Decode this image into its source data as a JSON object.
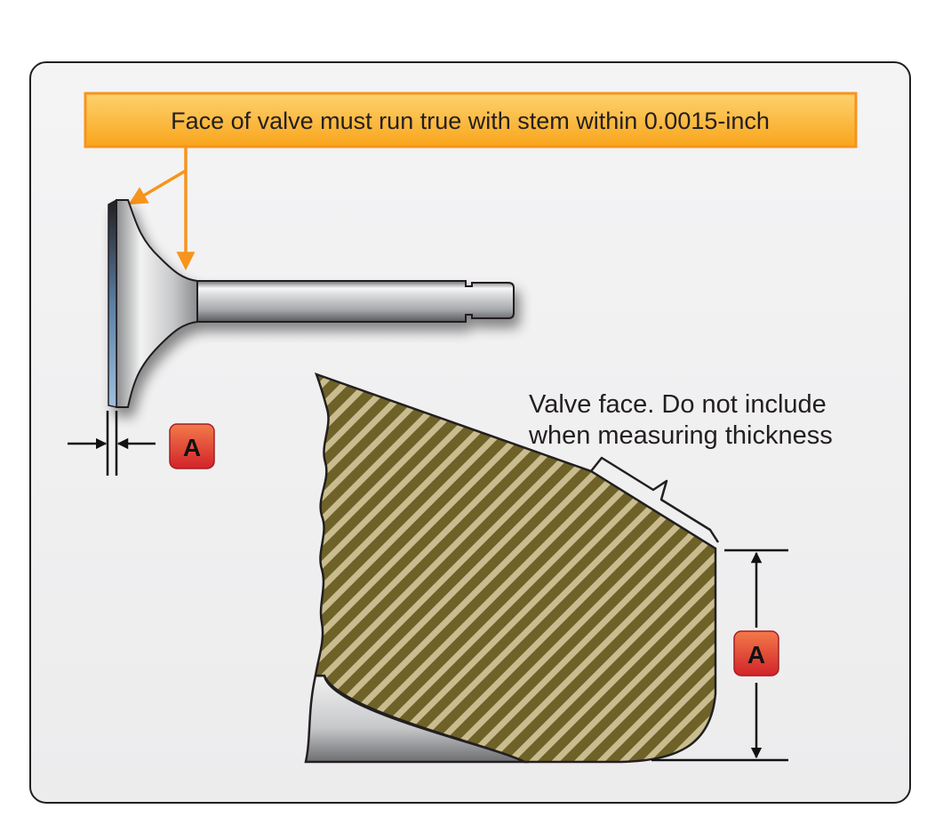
{
  "callout": {
    "runout_text": "Face of valve must run true with stem within 0.0015-inch"
  },
  "annotation": {
    "valve_face_line1": "Valve face. Do not include",
    "valve_face_line2": "when measuring thickness"
  },
  "badges": {
    "margin_label_small": "A",
    "margin_label_large": "A"
  },
  "colors": {
    "callout_fill": "#fbb040",
    "callout_stroke": "#f7941d",
    "arrow": "#f7941d",
    "badge_fill": "#e8352a",
    "hatch_dark": "#6e6229",
    "hatch_light": "#c9bd8f",
    "panel_fill": "#f1f1f2"
  }
}
